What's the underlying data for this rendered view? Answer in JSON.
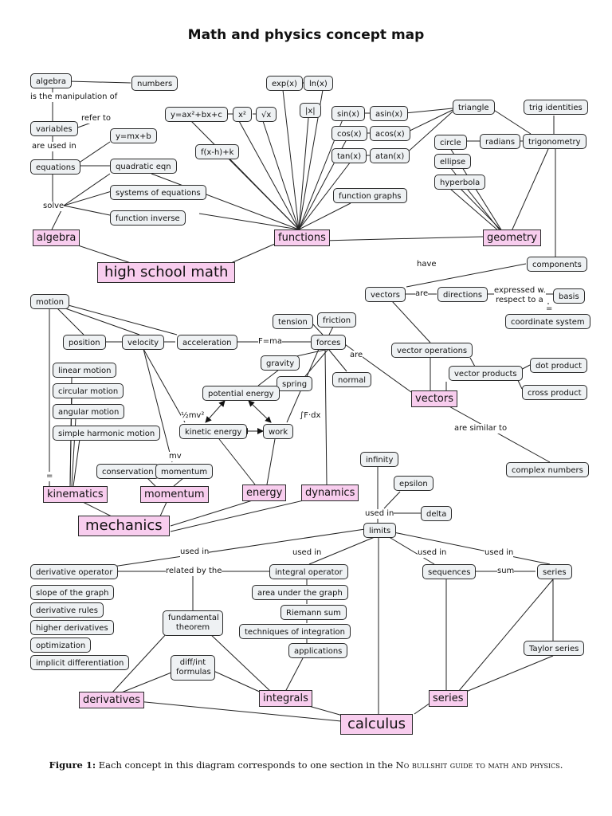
{
  "title": "Math and physics concept map",
  "nodes": {
    "algebra_top": "algebra",
    "numbers": "numbers",
    "variables": "variables",
    "equations": "equations",
    "y_mx_b": "y=mx+b",
    "quadratic_eqn": "quadratic eqn",
    "systems": "systems of equations",
    "fn_inverse": "function inverse",
    "quad_form": "y=ax²+bx+c",
    "x_sq": "x²",
    "sqrt_x": "√x",
    "f_shift": "f(x-h)+k",
    "exp_x": "exp(x)",
    "ln_x": "ln(x)",
    "abs_x": "|x|",
    "sin_x": "sin(x)",
    "asin_x": "asin(x)",
    "cos_x": "cos(x)",
    "acos_x": "acos(x)",
    "tan_x": "tan(x)",
    "atan_x": "atan(x)",
    "triangle": "triangle",
    "trig_identities": "trig identities",
    "circle": "circle",
    "radians": "radians",
    "trigonometry": "trigonometry",
    "ellipse": "ellipse",
    "hyperbola": "hyperbola",
    "function_graphs": "function graphs",
    "components": "components",
    "vectors_node": "vectors",
    "directions": "directions",
    "basis": "basis",
    "coordinate_system": "coordinate system",
    "motion": "motion",
    "position": "position",
    "velocity": "velocity",
    "acceleration": "acceleration",
    "tension": "tension",
    "friction": "friction",
    "forces": "forces",
    "gravity": "gravity",
    "spring": "spring",
    "normal": "normal",
    "potential_energy": "potential energy",
    "kinetic_energy": "kinetic energy",
    "work": "work",
    "linear_motion": "linear motion",
    "circular_motion": "circular motion",
    "angular_motion": "angular motion",
    "shm": "simple harmonic motion",
    "conservation": "conservation",
    "momentum_node": "momentum",
    "vector_operations": "vector operations",
    "vector_products": "vector products",
    "dot_product": "dot product",
    "cross_product": "cross product",
    "complex_numbers": "complex numbers",
    "infinity": "infinity",
    "epsilon": "epsilon",
    "delta": "delta",
    "limits": "limits",
    "derivative_operator": "derivative operator",
    "slope": "slope of the graph",
    "derivative_rules": "derivative rules",
    "higher_derivatives": "higher derivatives",
    "optimization": "optimization",
    "implicit_diff": "implicit differentiation",
    "fundamental_theorem": "fundamental theorem",
    "diff_int_formulas": "diff/int formulas",
    "integral_operator": "integral operator",
    "area_under": "area under the graph",
    "riemann_sum": "Riemann sum",
    "techniques": "techniques of integration",
    "applications": "applications",
    "sequences": "sequences",
    "series_node": "series",
    "taylor_series": "Taylor series"
  },
  "hubs": {
    "algebra": "algebra",
    "functions": "functions",
    "geometry": "geometry",
    "high_school_math": "high school math",
    "kinematics": "kinematics",
    "momentum": "momentum",
    "energy": "energy",
    "dynamics": "dynamics",
    "vectors": "vectors",
    "mechanics": "mechanics",
    "derivatives": "derivatives",
    "integrals": "integrals",
    "series": "series",
    "calculus": "calculus"
  },
  "edge_labels": {
    "is_manip": "is the manipulation of",
    "refer_to": "refer to",
    "are_used_in": "are used in",
    "solve": "solve",
    "have": "have",
    "are": "are",
    "expressed": "expressed w.",
    "respect": "respect to a",
    "eq_sign": "=",
    "f_ma": "F=ma",
    "are_forces": "are",
    "half_mv2": "½mv²",
    "f_dx": "∫F·dx",
    "mv": "mv",
    "eq_kin": "=",
    "similar": "are similar to",
    "used_in_limits": "used in",
    "used_in_1": "used in",
    "used_in_2": "used in",
    "used_in_3": "used in",
    "used_in_4": "used in",
    "related_by": "related by the",
    "sum": "sum"
  },
  "caption": {
    "label": "Figure 1:",
    "text": "Each concept in this diagram corresponds to one section in the",
    "book": "No bullshit guide to math and physics."
  }
}
